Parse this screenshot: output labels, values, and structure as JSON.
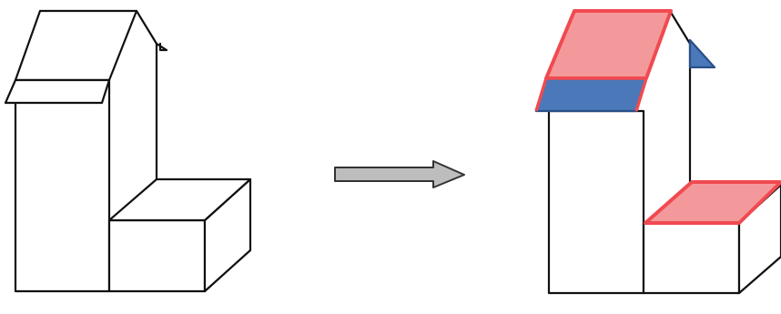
{
  "diagram": {
    "type": "transformation",
    "left_figure": "building-wireframe",
    "arrow": "right-arrow",
    "right_figure": "building-with-highlighted-faces"
  },
  "colors": {
    "outline": "#111111",
    "highlight_red_fill": "#f4999b",
    "highlight_red_stroke": "#f04a50",
    "highlight_blue_fill": "#4a78b8",
    "highlight_blue_stroke": "#2a4f8a",
    "arrow_fill": "#bdbdbd",
    "arrow_stroke": "#333333"
  }
}
